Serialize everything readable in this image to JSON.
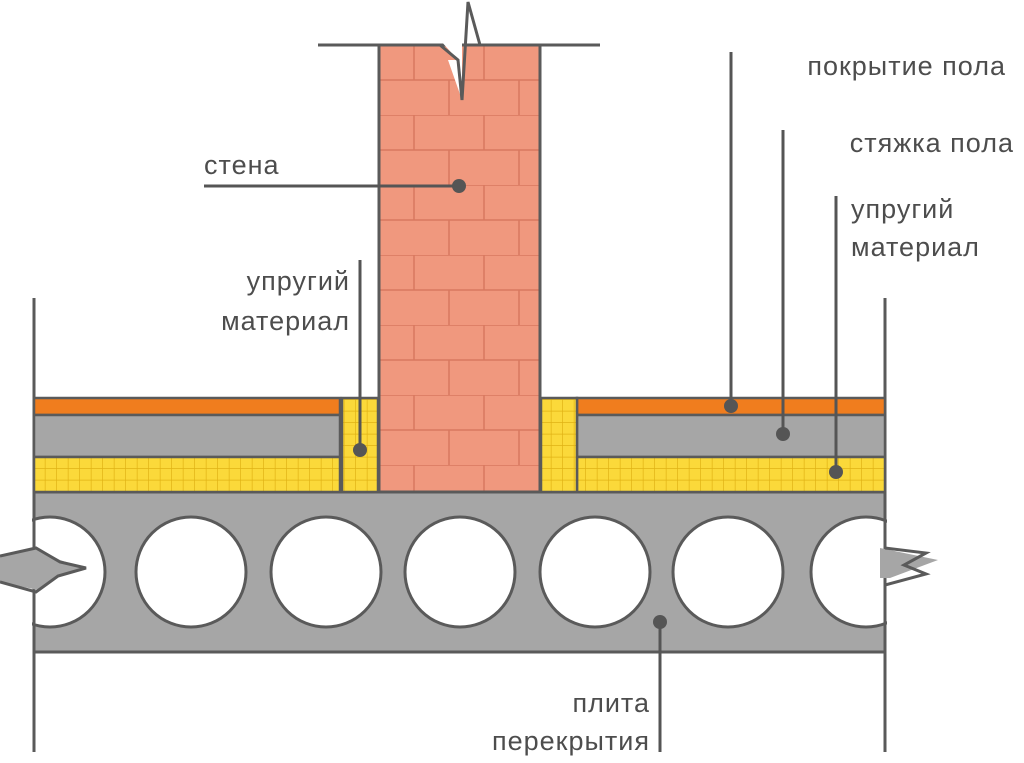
{
  "labels": {
    "wall": "стена",
    "floor_covering": "покрытие пола",
    "screed": "стяжка пола",
    "elastic_right_line1": "упругий",
    "elastic_right_line2": "материал",
    "elastic_left_line1": "упругий",
    "elastic_left_line2": "материал",
    "slab_line1": "плита",
    "slab_line2": "перекрытия"
  },
  "colors": {
    "brick": "#f0987e",
    "brick_joint": "#d9785f",
    "floor_covering": "#f07d1e",
    "screed": "#a6a6a6",
    "insulation": "#fbd93a",
    "insulation_grid": "#e0b214",
    "slab": "#a6a6a6",
    "outline": "#5a5a5a",
    "leader": "#555555"
  }
}
